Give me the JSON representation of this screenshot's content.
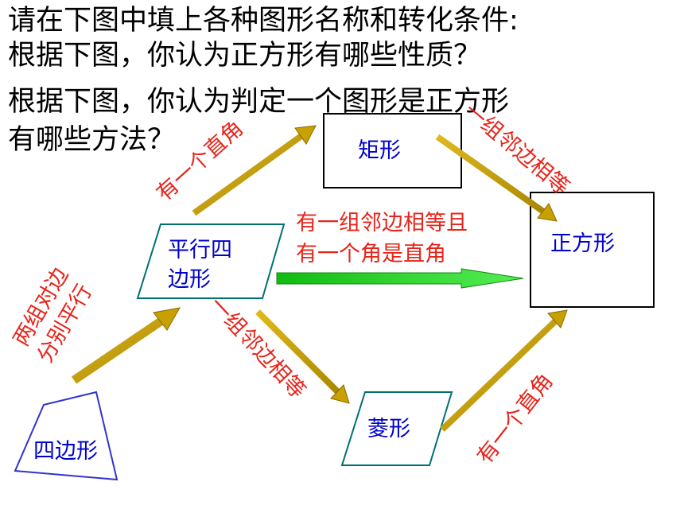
{
  "title_lines": [
    "请在下图中填上各种图形名称和转化条件:",
    "根据下图，你认为正方形有哪些性质？",
    "根据下图，你认为判定一个图形是正方形",
    "有哪些方法？"
  ],
  "nodes": {
    "rectangle": "矩形",
    "square": "正方形",
    "parallelogram": [
      "平行四",
      "边形"
    ],
    "rhombus": "菱形",
    "quadrilateral": "四边形"
  },
  "conditions": {
    "quad_to_parallelogram": [
      "两组对边",
      "分别平行"
    ],
    "parallelogram_to_rectangle": "有一个直角",
    "rectangle_to_square": "一组邻边相等",
    "parallelogram_to_square": [
      "有一组邻边相等且",
      "有一个角是直角"
    ],
    "parallelogram_to_rhombus": "一组邻边相等",
    "rhombus_to_square": "有一个直角"
  },
  "colors": {
    "arrow": "#c8a000",
    "arrow_green": "#22cc22",
    "condition_text": "#e8241a",
    "node_text": "#0000cc",
    "node_border": "#000000"
  }
}
